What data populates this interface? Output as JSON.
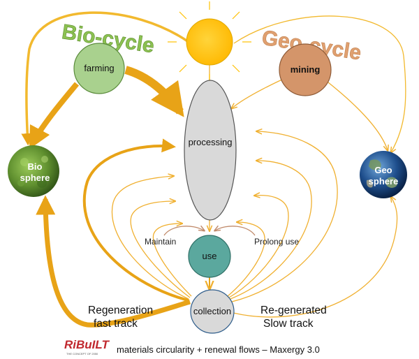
{
  "titles": {
    "bio_cycle": "Bio-cycle",
    "geo_cycle": "Geo-cycle"
  },
  "nodes": {
    "farming": "farming",
    "mining": "mining",
    "processing": "processing",
    "use": "use",
    "collection": "collection",
    "biosphere_line1": "Bio",
    "biosphere_line2": "sphere",
    "geosphere_line1": "Geo",
    "geosphere_line2": "sphere"
  },
  "flow_labels": {
    "maintain": "Maintain",
    "prolong_use": "Prolong use",
    "regeneration_line1": "Regeneration",
    "regeneration_line2": "fast track",
    "regenerated_line1": "Re-generated",
    "regenerated_line2": "Slow track"
  },
  "footer": {
    "logo_text": "RiBuILT",
    "logo_tagline": "THE CONCEPT OF 2050",
    "caption": "materials circularity + renewal flows – Maxergy 3.0"
  },
  "colors": {
    "bio_arrow": "#E8A317",
    "geo_arrow": "#F0B030",
    "sun": "#FFC000",
    "farming": "#A9D18E",
    "mining": "#D4956A",
    "processing": "#D9D9D9",
    "use": "#5BA89E",
    "collection": "#D9D9D9",
    "bio_title": "#8CC152",
    "geo_title": "#E0A070"
  }
}
